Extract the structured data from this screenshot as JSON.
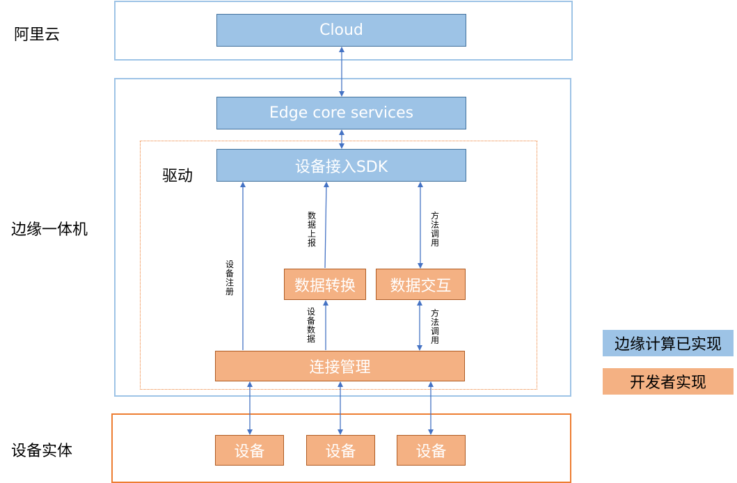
{
  "labels": {
    "aliyun": "阿里云",
    "edge": "边缘一体机",
    "device_entity": "设备实体",
    "driver": "驱动"
  },
  "boxes": {
    "cloud": "Cloud",
    "edge_core": "Edge core services",
    "sdk": "设备接入SDK",
    "data_convert": "数据转换",
    "data_interact": "数据交互",
    "conn_mgmt": "连接管理",
    "devices": [
      "设备",
      "设备",
      "设备"
    ]
  },
  "arrow_labels": {
    "device_register": "设备注册",
    "data_report": "数据上报",
    "method_call_top": "方法调用",
    "device_data": "设备数据",
    "method_call_bottom": "方法调用"
  },
  "legend": {
    "implemented": "边缘计算已实现",
    "developer": "开发者实现"
  },
  "colors": {
    "blue_fill": "#9dc3e6",
    "orange_fill": "#f4b183",
    "blue_border": "#9dc3e6",
    "orange_border": "#ed7d31",
    "arrow": "#4472c4"
  }
}
